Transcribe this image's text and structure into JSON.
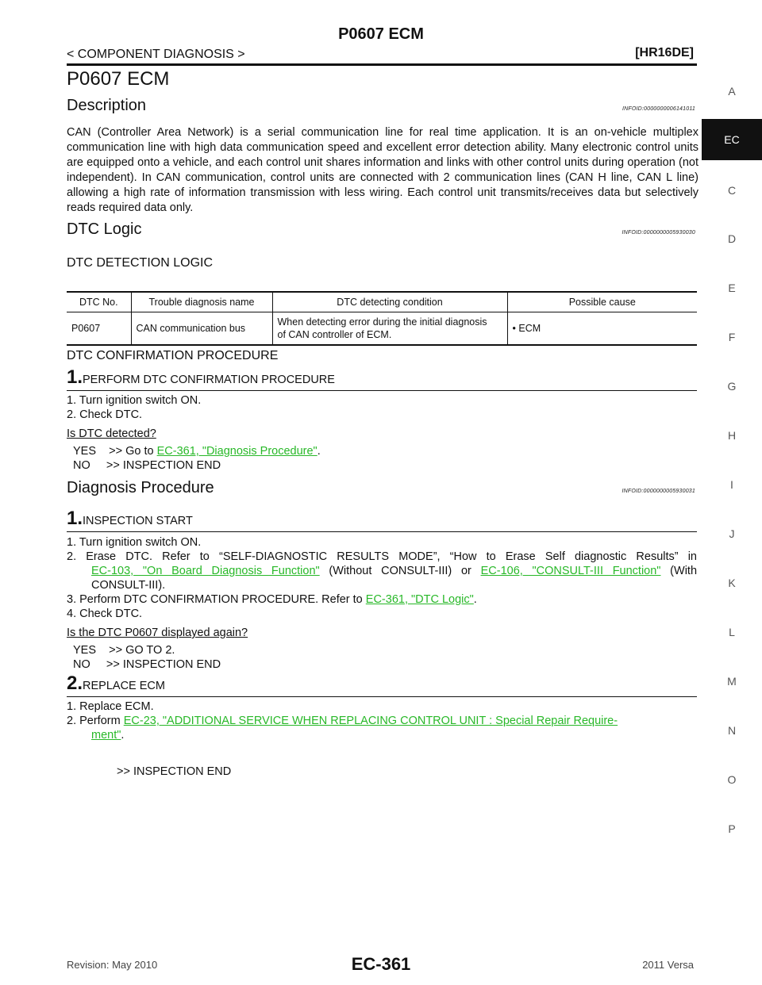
{
  "header": {
    "title": "P0607 ECM",
    "section": "< COMPONENT DIAGNOSIS >",
    "engine": "[HR16DE]"
  },
  "page_title": "P0607 ECM",
  "description": {
    "heading": "Description",
    "infoid": "INFOID:0000000006141011",
    "text": "CAN (Controller Area Network) is a serial communication line for real time application. It is an on-vehicle multiplex communication line with high data communication speed and excellent error detection ability. Many electronic control units are equipped onto a vehicle, and each control unit shares information and links with other control units during operation (not independent). In CAN communication, control units are connected with 2 communication lines (CAN H line, CAN L line) allowing a high rate of information transmission with less wiring. Each control unit transmits/receives data but selectively reads required data only."
  },
  "dtc_logic": {
    "heading": "DTC Logic",
    "infoid": "INFOID:0000000005930030",
    "subheading": "DTC DETECTION LOGIC",
    "table": {
      "headers": [
        "DTC No.",
        "Trouble diagnosis name",
        "DTC detecting condition",
        "Possible cause"
      ],
      "row": {
        "dtc": "P0607",
        "name": "CAN communication bus",
        "condition_1": "When detecting error during the initial diagnosis",
        "condition_2": "of CAN controller of ECM.",
        "bullet": "•",
        "cause": "ECM"
      }
    }
  },
  "confirmation": {
    "heading": "DTC CONFIRMATION PROCEDURE",
    "step_num": "1.",
    "step_title": "PERFORM DTC CONFIRMATION PROCEDURE",
    "lines": [
      "1. Turn ignition switch ON.",
      "2. Check DTC."
    ],
    "question": "Is DTC detected?",
    "yes_prefix": "YES    >> Go to ",
    "yes_link": "EC-361, \"Diagnosis Procedure\"",
    "yes_suffix": ".",
    "no": "NO     >> INSPECTION END"
  },
  "diagnosis": {
    "heading": "Diagnosis Procedure",
    "infoid": "INFOID:0000000005930031",
    "step1_num": "1.",
    "step1_title": "INSPECTION START",
    "l1": "1. Turn ignition switch ON.",
    "l2": "2. Erase DTC. Refer to “SELF-DIAGNOSTIC RESULTS MODE”, “How to Erase Self diagnostic Results” in",
    "l2b_link1": "EC-103, \"On Board Diagnosis Function\"",
    "l2b_mid": " (Without CONSULT-III) or ",
    "l2b_link2": "EC-106, \"CONSULT-III Function\"",
    "l2b_end": " (With",
    "l2c": "CONSULT-III).",
    "l3_prefix": "3. Perform DTC CONFIRMATION PROCEDURE. Refer to ",
    "l3_link": "EC-361, \"DTC Logic\"",
    "l3_suffix": ".",
    "l4": "4. Check DTC.",
    "question": "Is the DTC P0607 displayed again?",
    "yes": "YES    >> GO TO 2.",
    "no": "NO     >> INSPECTION END",
    "step2_num": "2.",
    "step2_title": "REPLACE ECM",
    "r1": "1. Replace ECM.",
    "r2_prefix": "2. Perform ",
    "r2_link": "EC-23, \"ADDITIONAL SERVICE WHEN REPLACING CONTROL UNIT : Special Repair Require-",
    "r2_link2": "ment\"",
    "r2_suffix": ".",
    "end": ">> INSPECTION END"
  },
  "sidebar": {
    "letters": [
      "A",
      "C",
      "D",
      "E",
      "F",
      "G",
      "H",
      "I",
      "J",
      "K",
      "L",
      "M",
      "N",
      "O",
      "P"
    ],
    "active": "EC"
  },
  "footer": {
    "revision": "Revision: May 2010",
    "page": "EC-361",
    "model": "2011 Versa"
  }
}
